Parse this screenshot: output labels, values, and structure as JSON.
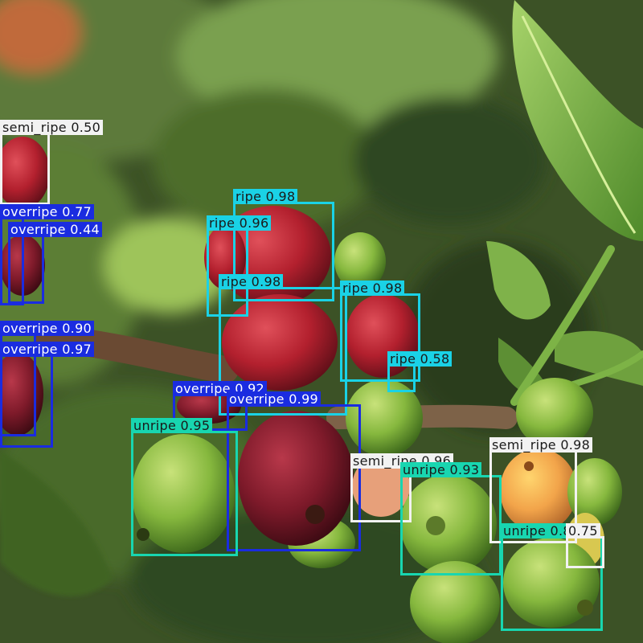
{
  "colors": {
    "overripe": "#1a2ce0",
    "ripe": "#1ad2e6",
    "semi_ripe": "#f2f2f2",
    "unripe": "#18d6b0"
  },
  "detections": [
    {
      "class": "semi_ripe",
      "label": "semi_ripe 0.50"
    },
    {
      "class": "overripe",
      "label": "overripe 0.77"
    },
    {
      "class": "overripe",
      "label": "overripe 0.44"
    },
    {
      "class": "overripe",
      "label": "overripe 0.90"
    },
    {
      "class": "overripe",
      "label": "overripe 0.97"
    },
    {
      "class": "ripe",
      "label": "ripe 0.98"
    },
    {
      "class": "ripe",
      "label": "ripe 0.96"
    },
    {
      "class": "ripe",
      "label": "ripe 0.98"
    },
    {
      "class": "ripe",
      "label": "ripe 0.98"
    },
    {
      "class": "ripe",
      "label": "ripe 0.58"
    },
    {
      "class": "overripe",
      "label": "overripe 0.92"
    },
    {
      "class": "overripe",
      "label": "overripe 0.99"
    },
    {
      "class": "unripe",
      "label": "unripe 0.95"
    },
    {
      "class": "semi_ripe",
      "label": "semi_ripe 0.96"
    },
    {
      "class": "unripe",
      "label": "unripe 0.93"
    },
    {
      "class": "semi_ripe",
      "label": "semi_ripe 0.98"
    },
    {
      "class": "unripe",
      "label": "unripe 0.88"
    },
    {
      "class": "semi_ripe",
      "label": "0.75"
    }
  ]
}
